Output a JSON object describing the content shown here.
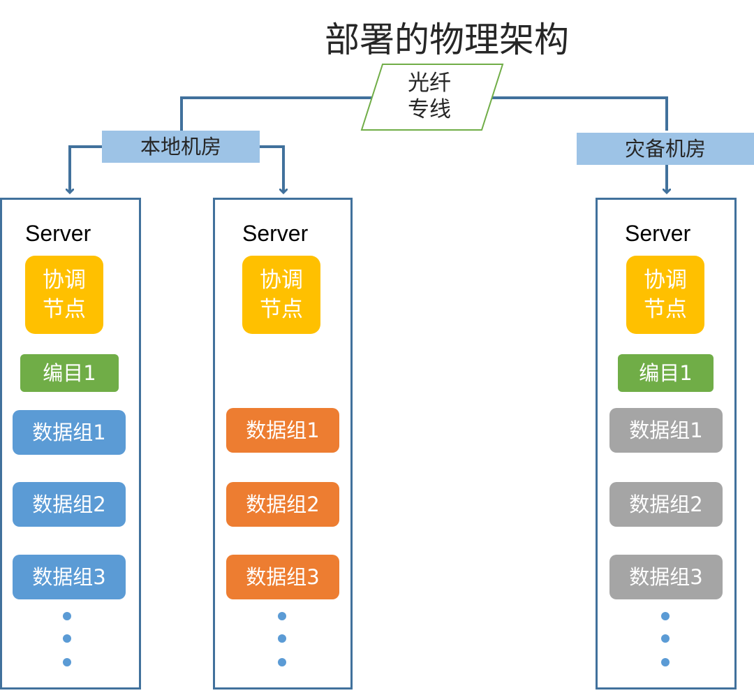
{
  "title": "部署的物理架构",
  "link": {
    "line1": "光纤",
    "line2": "专线"
  },
  "rooms": {
    "local": "本地机房",
    "disaster": "灾备机房"
  },
  "servers": [
    {
      "label": "Server",
      "coordinator": {
        "line1": "协调",
        "line2": "节点"
      },
      "catalog": "编目1",
      "groups": [
        "数据组1",
        "数据组2",
        "数据组3"
      ],
      "group_color": "#5b9bd5"
    },
    {
      "label": "Server",
      "coordinator": {
        "line1": "协调",
        "line2": "节点"
      },
      "groups": [
        "数据组1",
        "数据组2",
        "数据组3"
      ],
      "group_color": "#ed7d31"
    },
    {
      "label": "Server",
      "coordinator": {
        "line1": "协调",
        "line2": "节点"
      },
      "catalog": "编目1",
      "groups": [
        "数据组1",
        "数据组2",
        "数据组3"
      ],
      "group_color": "#a5a5a5"
    }
  ],
  "colors": {
    "coordinator": "#ffc000",
    "catalog": "#70ad47",
    "room": "#9dc3e6",
    "line": "#41719c",
    "fiber_border": "#70ad47"
  }
}
